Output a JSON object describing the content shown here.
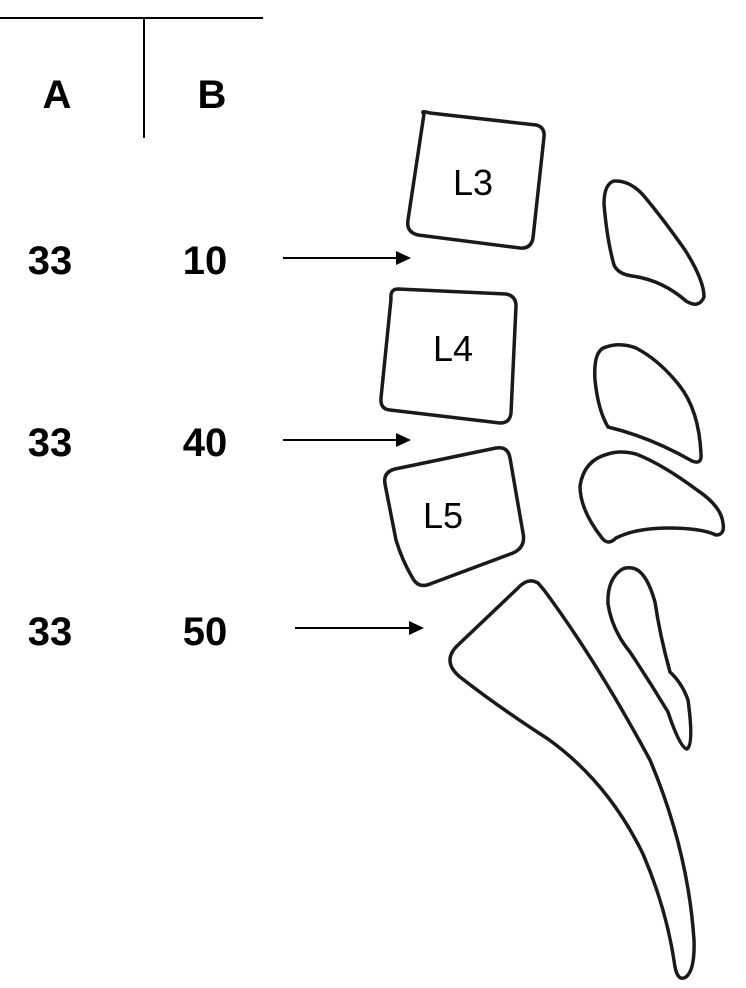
{
  "table": {
    "header_a": "A",
    "header_b": "B",
    "rows": [
      {
        "a": "33",
        "b": "10"
      },
      {
        "a": "33",
        "b": "40"
      },
      {
        "a": "33",
        "b": "50"
      }
    ]
  },
  "vertebrae": {
    "l3": "L3",
    "l4": "L4",
    "l5": "L5"
  },
  "colors": {
    "ink": "#000000",
    "background": "#ffffff"
  }
}
